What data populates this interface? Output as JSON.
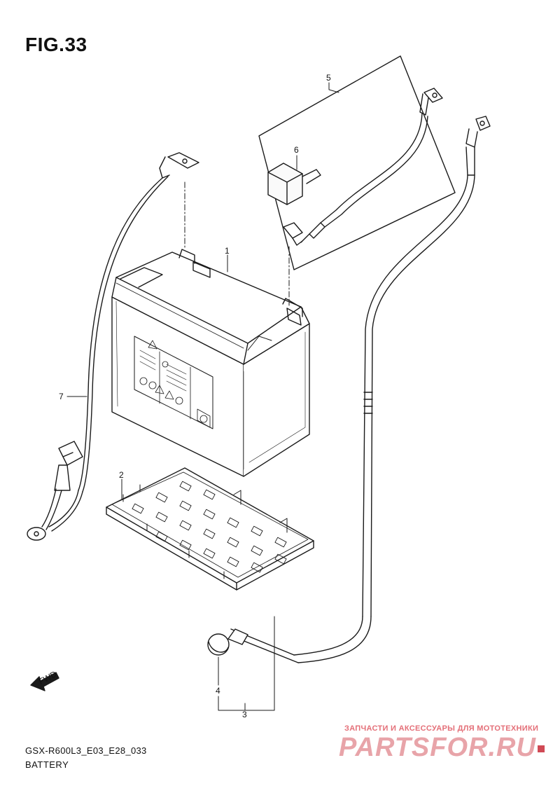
{
  "figure": {
    "title": "FIG.33",
    "code": "GSX-R600L3_E03_E28_033",
    "name": "BATTERY"
  },
  "callouts": [
    {
      "number": "1"
    },
    {
      "number": "2"
    },
    {
      "number": "3"
    },
    {
      "number": "4"
    },
    {
      "number": "5"
    },
    {
      "number": "6"
    },
    {
      "number": "7"
    }
  ],
  "fwd_label": "FWD",
  "watermark": {
    "tagline": "ЗАПЧАСТИ И АКСЕССУАРЫ ДЛЯ МОТОТЕХНИКИ",
    "brand": "PARTSFOR.RU",
    "color": "#e46f78"
  },
  "colors": {
    "line": "#1a1a1a",
    "shade": "#f4f4f4"
  }
}
